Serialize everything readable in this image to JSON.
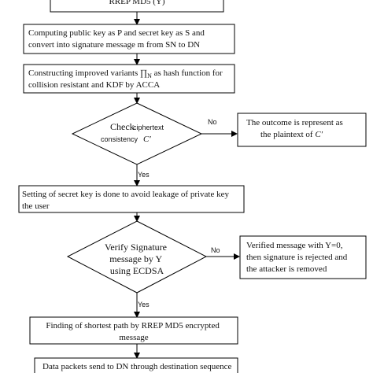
{
  "diagram": {
    "top_box_cutoff_text": "RREP MD5 (Y)",
    "step_public_key": [
      "Computing public key as P and secret key as S and",
      "convert into signature message m from SN to DN"
    ],
    "step_variants": [
      "Constructing improved variants ∏",
      "N",
      " as hash function for",
      "collision resistant and KDF by ACCA"
    ],
    "decision_ciphertext": [
      "Check",
      "ciphertext",
      "consistency",
      "C′"
    ],
    "no_label_1": "No",
    "outcome_plaintext": [
      "The outcome is represent as",
      "the plaintext of ",
      "C′"
    ],
    "yes_label_1": "Yes",
    "step_secret_key": [
      "Setting of secret key is done to avoid leakage of private key",
      "the user"
    ],
    "decision_signature": [
      "Verify Signature",
      "message by Y",
      "using ECDSA"
    ],
    "no_label_2": "No",
    "outcome_verified": [
      "Verified message with Y=0,",
      "then signature is rejected and",
      "the attacker is removed"
    ],
    "yes_label_2": "Yes",
    "step_shortest_path": [
      "Finding of shortest path by RREP MD5 encrypted",
      "message"
    ],
    "step_data_packets": "Data packets send to DN through destination sequence"
  }
}
